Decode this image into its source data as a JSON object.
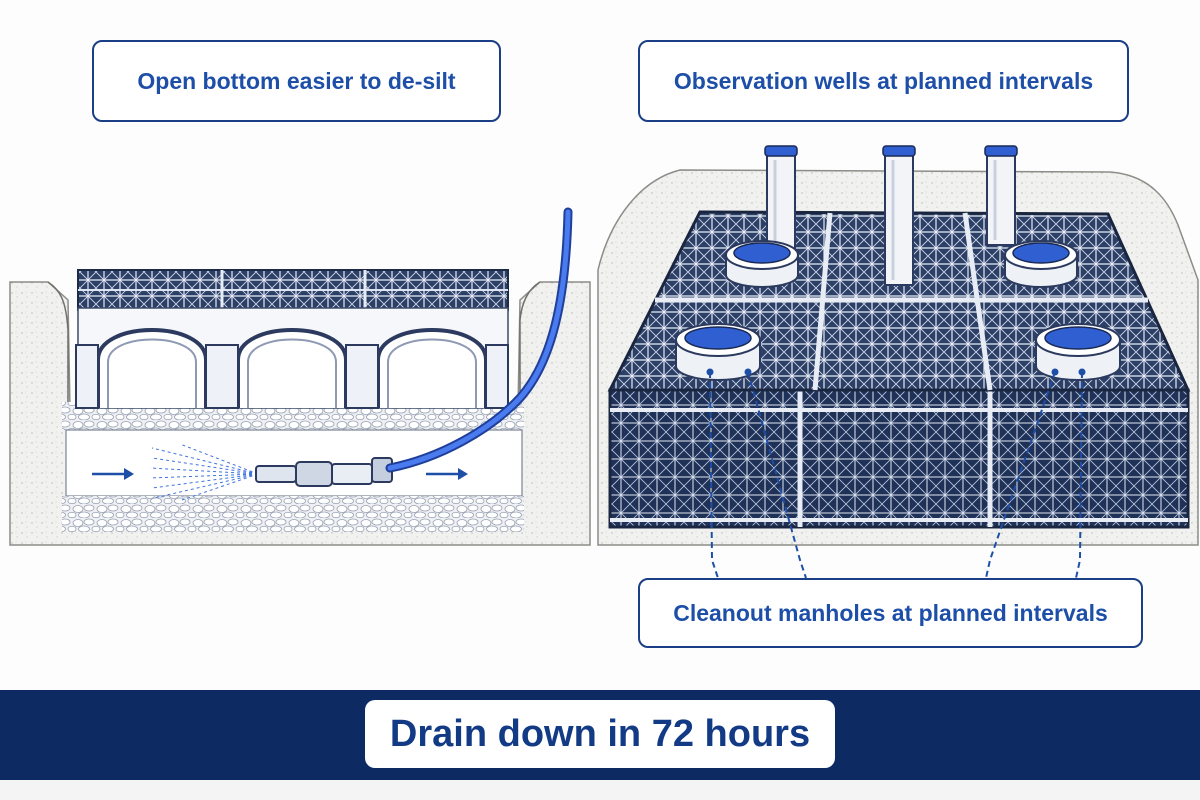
{
  "callouts": {
    "open_bottom": "Open bottom easier to de-silt",
    "observation_wells": "Observation wells at planned intervals",
    "cleanout_manholes": "Cleanout manholes at planned intervals"
  },
  "banner": {
    "text": "Drain down in 72 hours"
  },
  "colors": {
    "accent_blue": "#1d4fa8",
    "banner_navy": "#0e2a63",
    "hose_blue": "#2f5fd0"
  }
}
